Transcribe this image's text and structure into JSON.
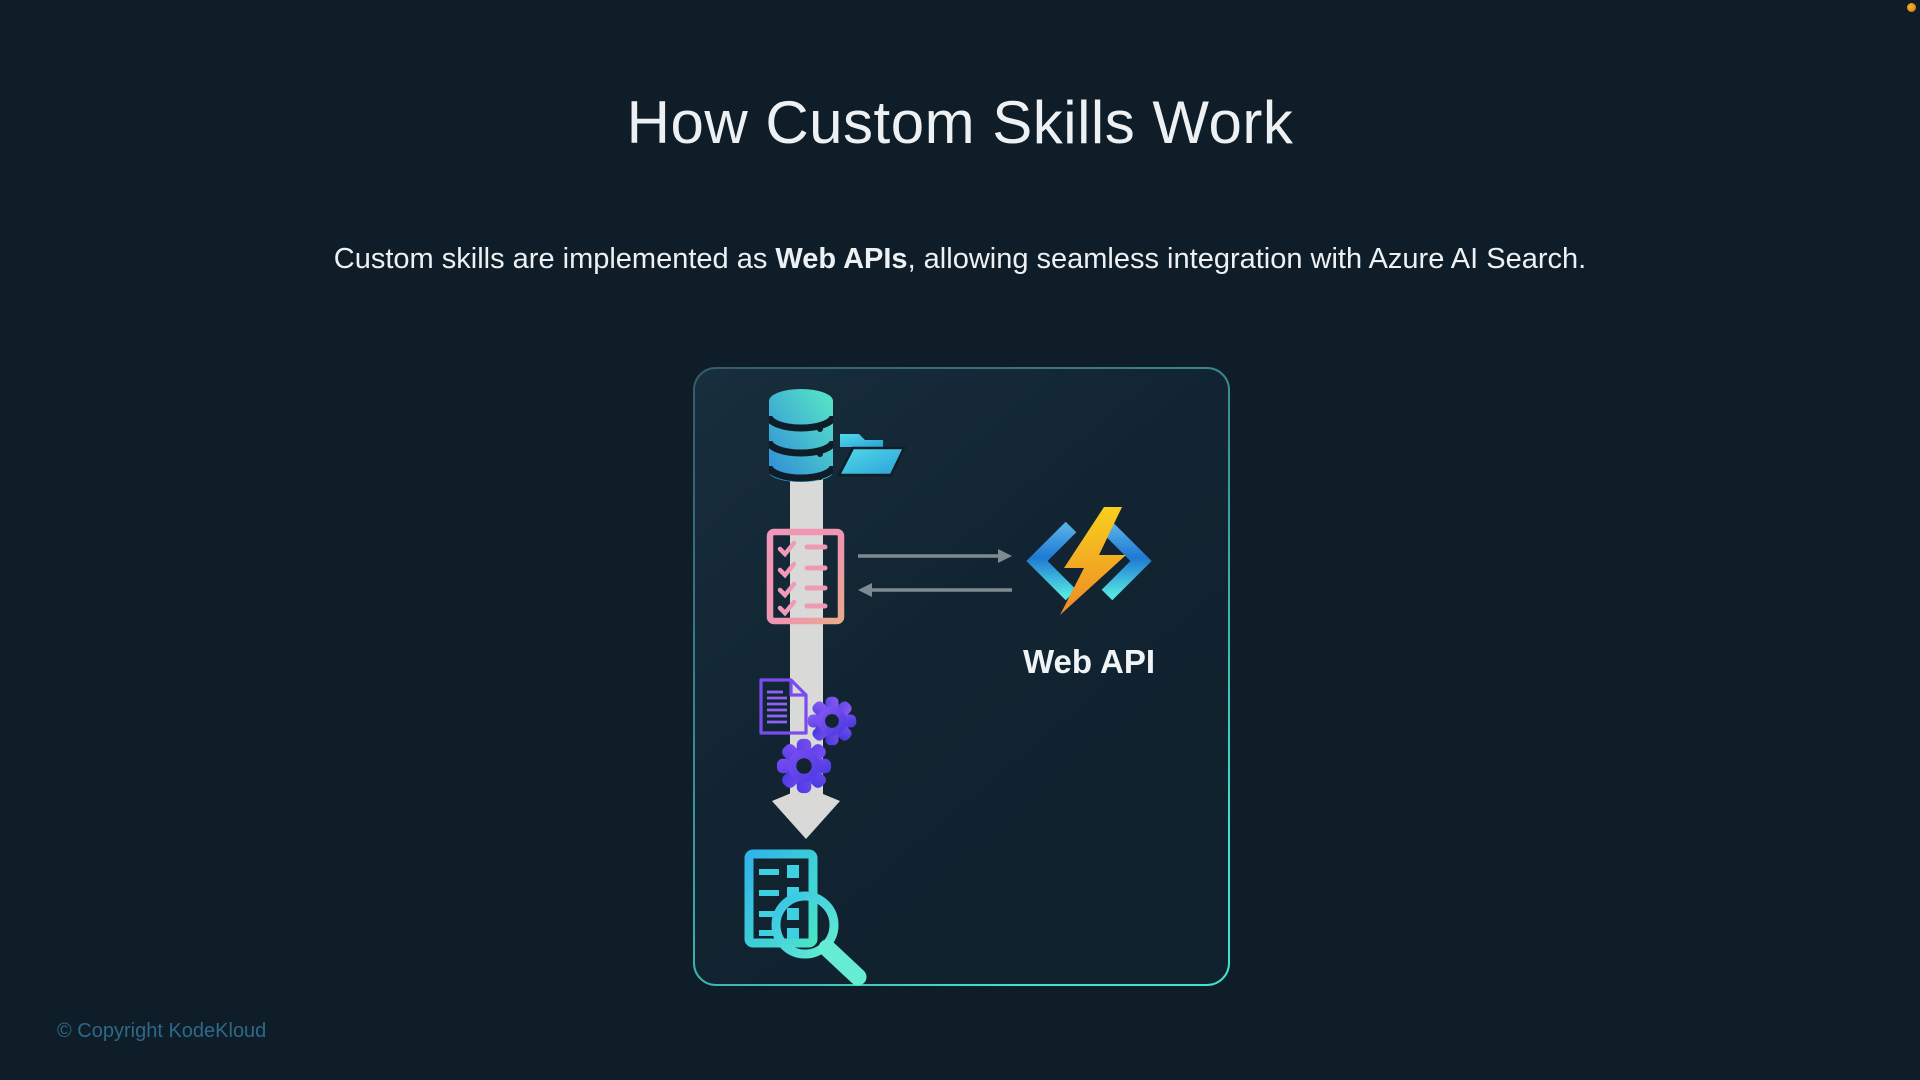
{
  "slide": {
    "title": "How Custom Skills Work",
    "subtitle": {
      "prefix": "Custom skills are implemented as ",
      "bold": "Web APIs",
      "suffix": ", allowing seamless integration with Azure AI Search."
    },
    "copyright": "© Copyright KodeKloud"
  },
  "diagram": {
    "web_api_label": "Web API",
    "icons": {
      "data_source": "database-icon",
      "data_folder": "folder-icon",
      "skillset": "skillset-checklist-icon",
      "request": "arrow-right-icon",
      "response": "arrow-left-icon",
      "web_api": "azure-function-bolt-icon",
      "enriched_document": "document-icon",
      "processing": "gears-icon",
      "flow": "arrow-down-icon",
      "search_index": "search-index-magnifier-icon"
    },
    "colors": {
      "background": "#0e1d28",
      "panel_border_teal": "#3ee3cb",
      "skillset_pink": "#ef95b5",
      "gear_purple": "#6d4cf0",
      "bolt_orange": "#f5a81c",
      "azure_blue": "#2b8de0",
      "icon_teal": "#4fe0c8",
      "pipe_gray": "#d9d9d7",
      "arrow_gray": "#7e8b91",
      "text": "#eef2f4",
      "copyright_text": "#2d6987"
    }
  },
  "indicator": {
    "label": "recording-dot",
    "color": "#e8920f"
  }
}
